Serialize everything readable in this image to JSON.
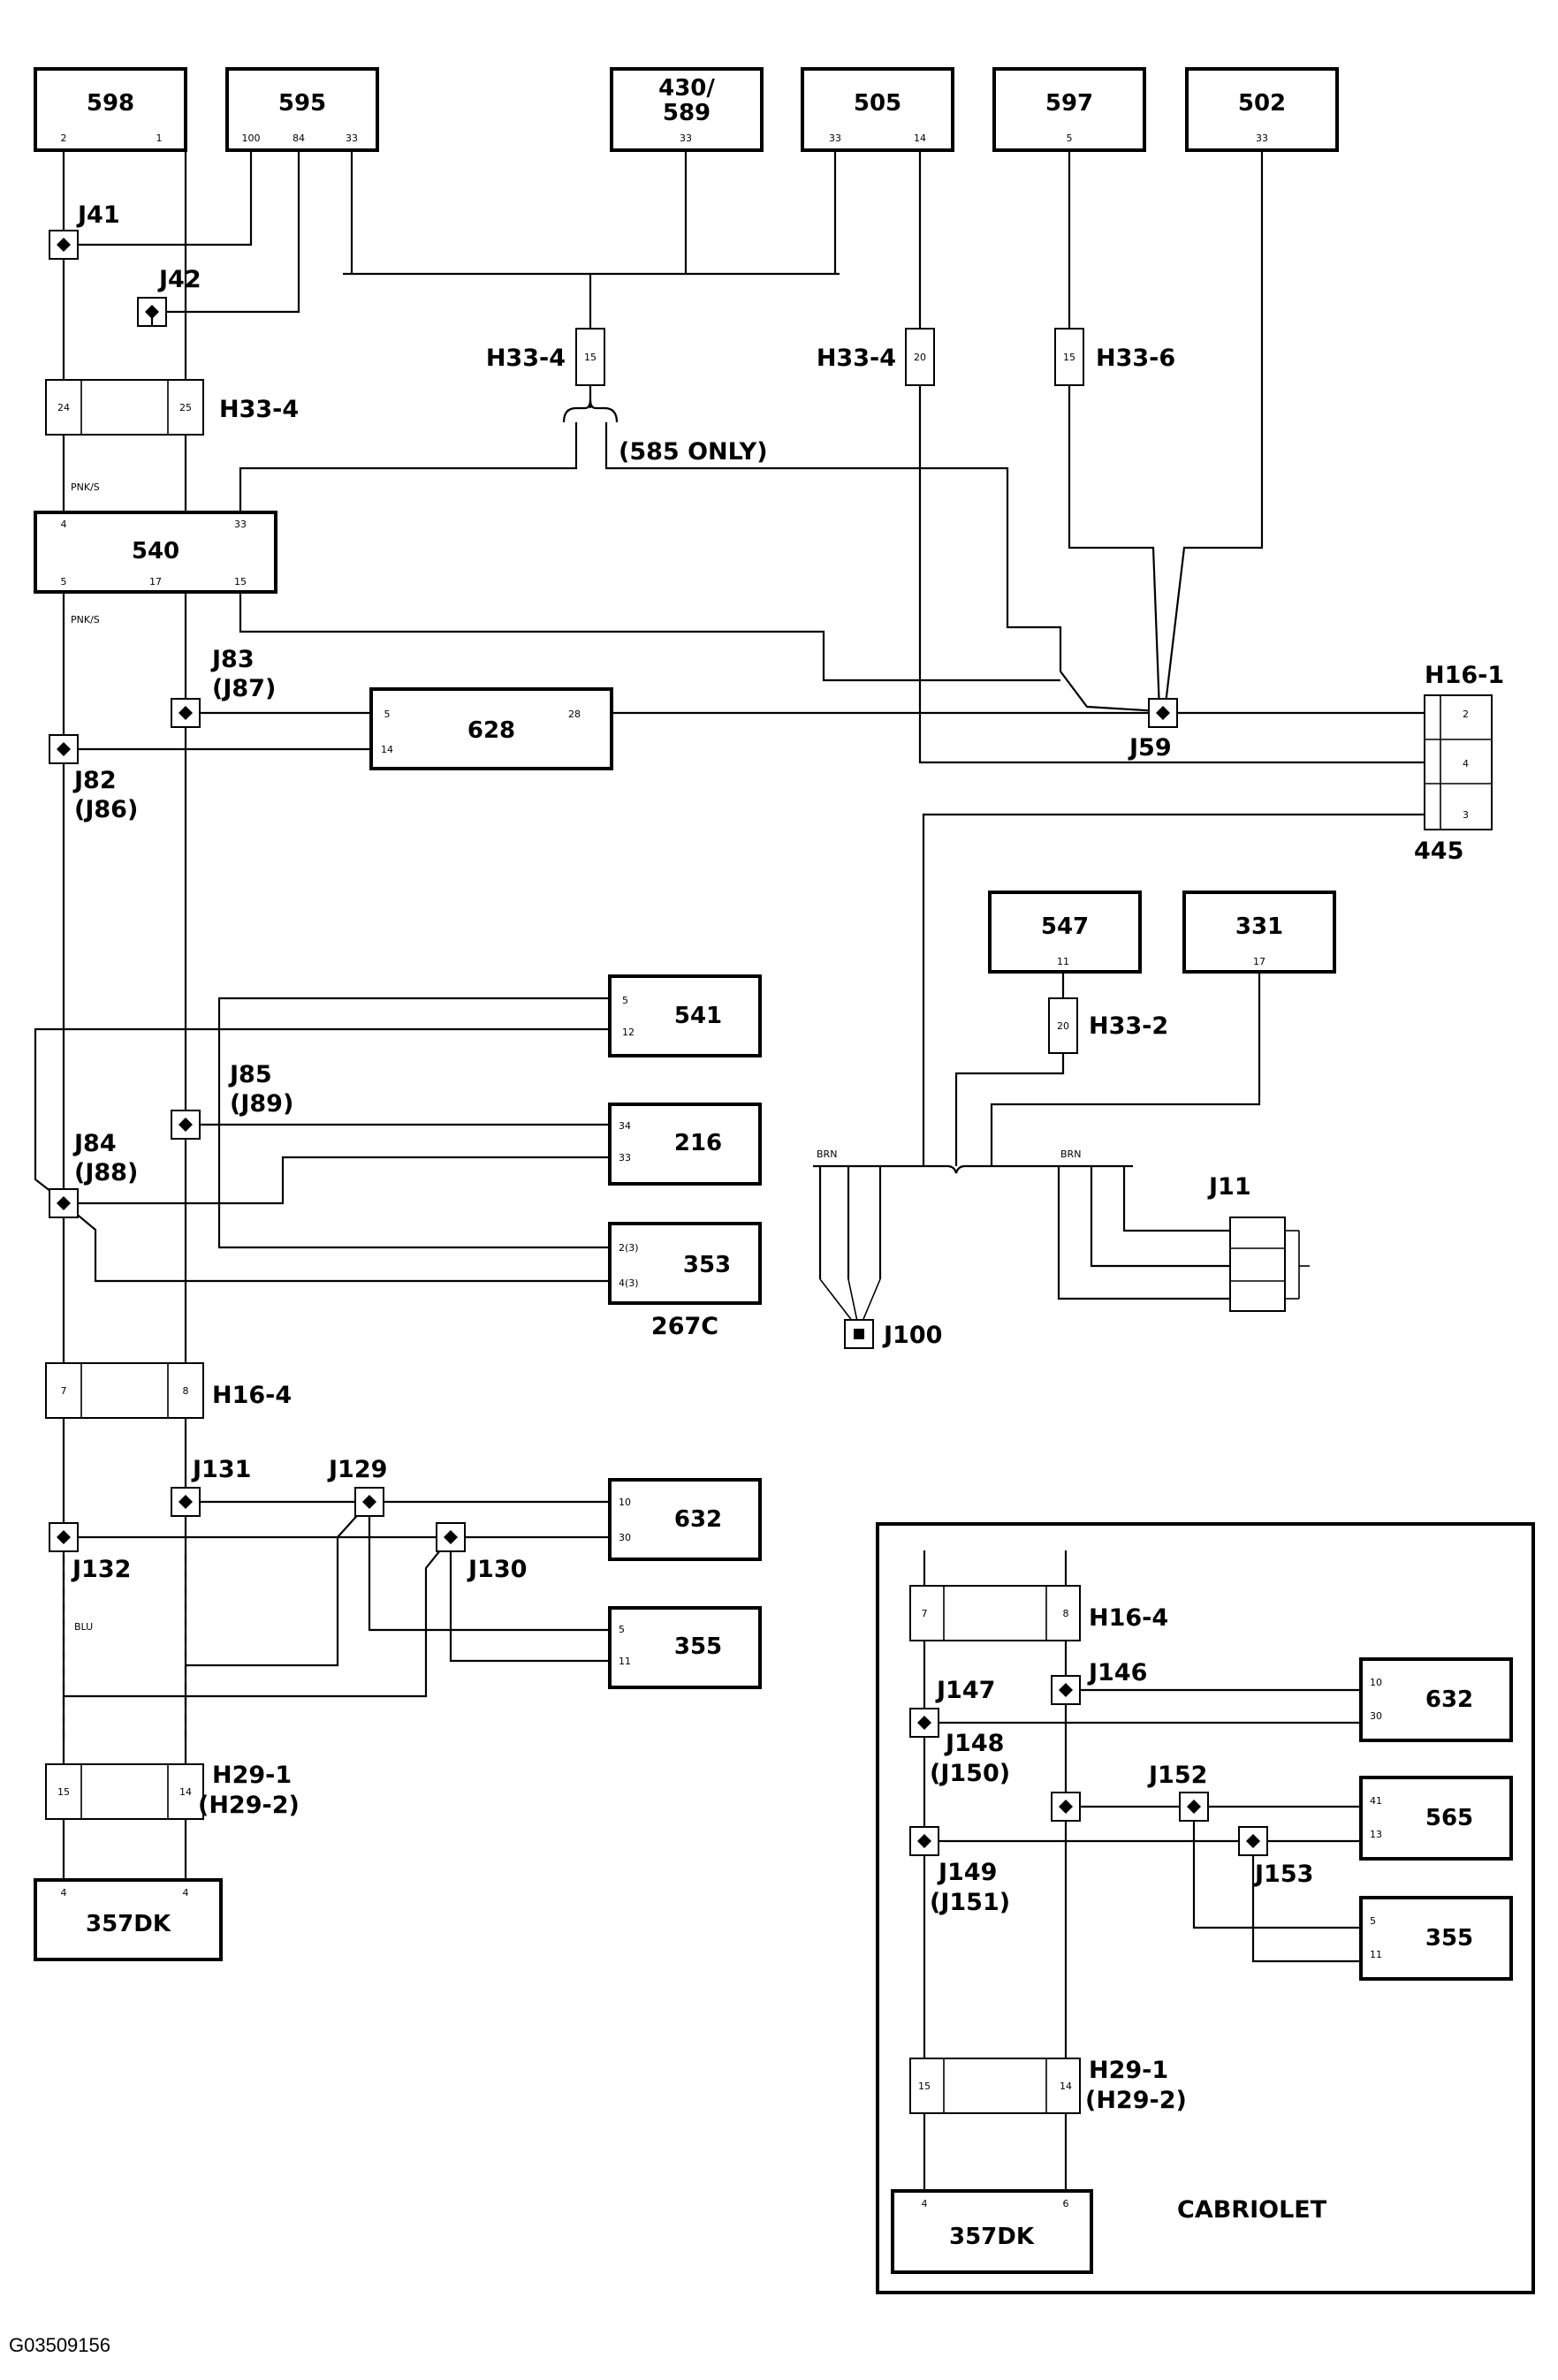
{
  "figure_id": "G03509156",
  "variant_label": "CABRIOLET",
  "note": "(585 ONLY)",
  "modules": {
    "m598": "598",
    "m595": "595",
    "m430": "430/",
    "m430b": "589",
    "m505": "505",
    "m597": "597",
    "m502": "502",
    "m540": "540",
    "m628": "628",
    "m547": "547",
    "m331": "331",
    "m541": "541",
    "m216": "216",
    "m353": "353",
    "m267c": "267C",
    "m632": "632",
    "m355": "355",
    "m357": "357DK",
    "m445": "445",
    "c632": "632",
    "c565": "565",
    "c355": "355",
    "c357": "357DK"
  },
  "connectors": {
    "h33_4a": "H33-4",
    "h33_4b": "H33-4",
    "h33_4c": "H33-4",
    "h33_6": "H33-6",
    "h33_2": "H33-2",
    "h16_1": "H16-1",
    "h16_4": "H16-4",
    "h29_1": "H29-1",
    "h29_2": "(H29-2)",
    "c_h16_4": "H16-4",
    "c_h29_1": "H29-1",
    "c_h29_2": "(H29-2)"
  },
  "junctions": {
    "j41": "J41",
    "j42": "J42",
    "j83": "J83",
    "j87": "(J87)",
    "j82": "J82",
    "j86": "(J86)",
    "j59": "J59",
    "j85": "J85",
    "j89": "(J89)",
    "j84": "J84",
    "j88": "(J88)",
    "j100": "J100",
    "j11": "J11",
    "j131": "J131",
    "j129": "J129",
    "j132": "J132",
    "j130": "J130",
    "j147": "J147",
    "j146": "J146",
    "j148": "J148",
    "j150": "(J150)",
    "j152": "J152",
    "j149": "J149",
    "j151": "(J151)",
    "j153": "J153"
  },
  "colors": {
    "line": "#000000",
    "background": "#ffffff"
  }
}
